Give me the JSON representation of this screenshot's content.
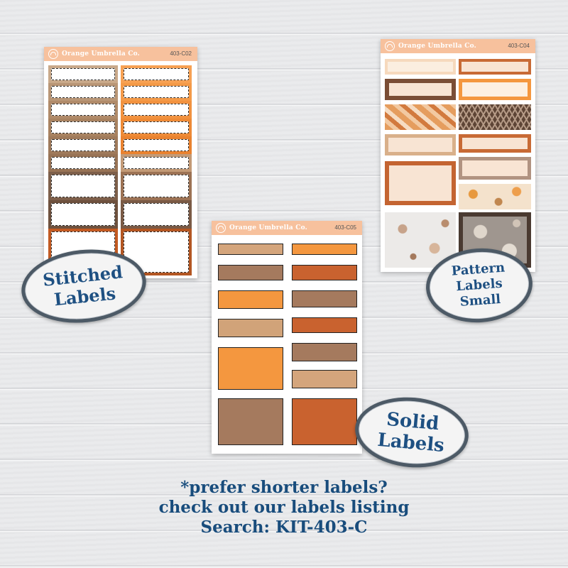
{
  "colors": {
    "header": "#f7c19d",
    "tan": "#d4a57c",
    "brown": "#a57a5e",
    "orange": "#f4973f",
    "rust": "#c9622f",
    "cream": "#f8e4d3",
    "dark": "#5a3f30",
    "badge_text": "#1e5082"
  },
  "sheets": {
    "stitched": {
      "brand": "Orange Umbrella Co.",
      "code": "403-C02"
    },
    "solid": {
      "brand": "Orange Umbrella Co.",
      "code": "403-C05"
    },
    "pattern": {
      "brand": "Orange Umbrella Co.",
      "code": "403-C04"
    }
  },
  "badges": {
    "stitched": "Stitched\nLabels",
    "pattern": "Pattern\nLabels\nSmall",
    "solid": "Solid\nLabels"
  },
  "footer": {
    "line1": "*prefer shorter labels?",
    "line2": "check out our labels listing",
    "line3": "Search: KIT-403-C"
  }
}
